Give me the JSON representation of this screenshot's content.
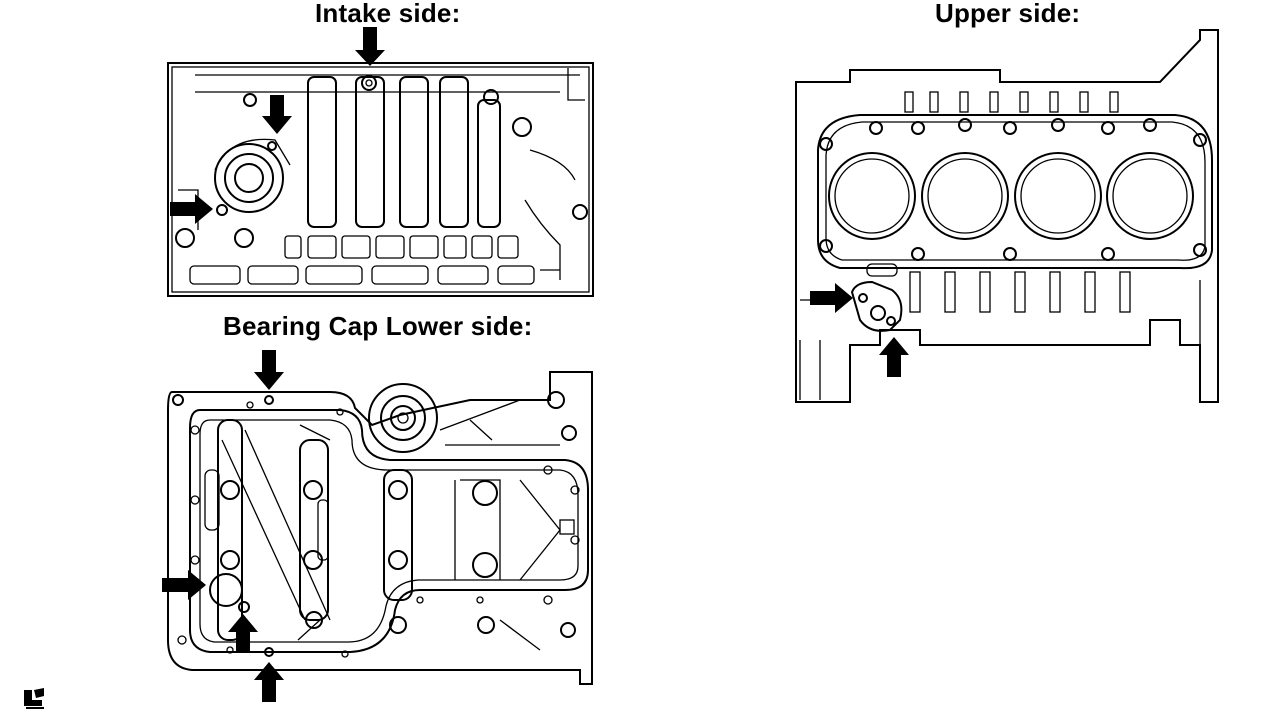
{
  "titles": {
    "intake": "Intake side:",
    "upper": "Upper side:",
    "bearing": "Bearing Cap Lower side:"
  },
  "icons": {
    "arrow": "black-arrow-icon",
    "corner": "page-mark-icon"
  },
  "colors": {
    "ink": "#000000",
    "paper": "#ffffff"
  }
}
